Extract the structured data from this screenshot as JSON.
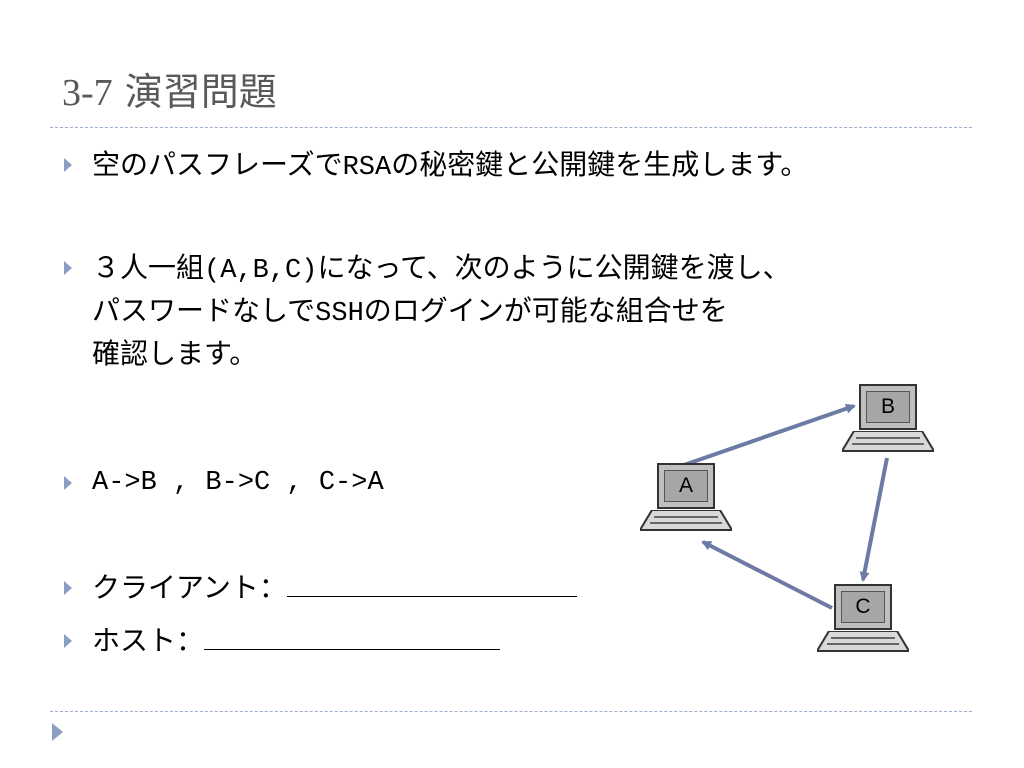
{
  "slide": {
    "title_number": "3-7",
    "title_text": "演習問題"
  },
  "bullets": {
    "b1": {
      "pre": "空のパスフレーズで",
      "mono": "RSA",
      "post": "の秘密鍵と公開鍵を生成します。"
    },
    "b2": {
      "line1_pre": "３人一組",
      "line1_mono": "(A,B,C)",
      "line1_post": "になって、次のように公開鍵を渡し、",
      "line2_pre": "パスワードなしで",
      "line2_mono": "SSH",
      "line2_post": "のログインが可能な組合せを",
      "line3": "確認します。"
    },
    "b3": {
      "mono": "A->B , B->C , C->A"
    },
    "b4": {
      "label": "クライアント："
    },
    "b5": {
      "label": "ホスト："
    }
  },
  "diagram": {
    "nodes": [
      "A",
      "B",
      "C"
    ],
    "arrow_color": "#6c7ba4",
    "edges": [
      [
        "A",
        "B"
      ],
      [
        "B",
        "C"
      ],
      [
        "C",
        "A"
      ]
    ]
  },
  "colors": {
    "title": "#595959",
    "bullet_marker": "#8b9fc3",
    "rule": "#9eb0c8"
  }
}
